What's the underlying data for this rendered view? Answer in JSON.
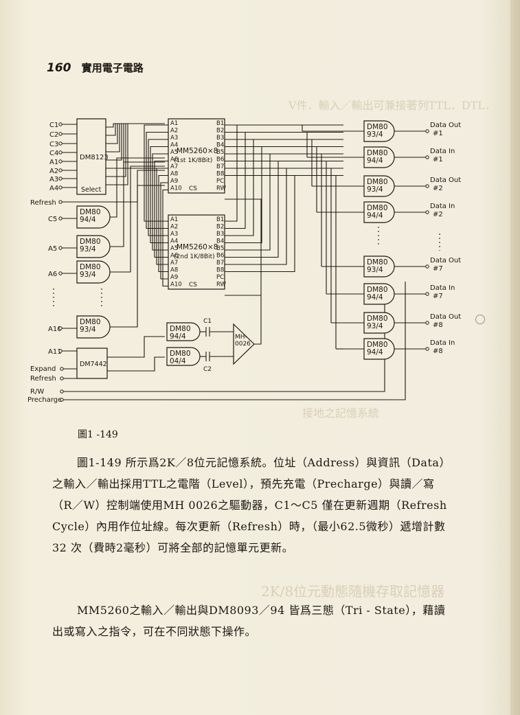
{
  "header": {
    "page_number": "160",
    "book_title": "實用電子電路"
  },
  "figure": {
    "caption": "圖1 -149",
    "left_inputs": [
      "C1",
      "C2",
      "C3",
      "C4",
      "A1",
      "A2",
      "A3",
      "A4"
    ],
    "refresh_label": "Refresh",
    "gate_inputs": [
      "C5",
      "A5",
      "A6",
      "A10",
      "A11"
    ],
    "dm8123": {
      "name": "DM8123",
      "select": "Select"
    },
    "dm7442": "DM7442",
    "dm8093": "DM80\n93/4",
    "bottom_labels": [
      "Expand",
      "Refresh",
      "R/W",
      "Precharge"
    ],
    "mm_upper": {
      "name": "MM5260×8",
      "sub": "(1st 1K/8Bit)",
      "cs": "CS"
    },
    "mm_lower": {
      "name": "MM5260×8",
      "sub": "(2nd 1K/8Bit)",
      "cs": "CS"
    },
    "addr_pins": [
      "A1",
      "A2",
      "A3",
      "A4",
      "A5",
      "A6",
      "A7",
      "A8",
      "A9",
      "A10"
    ],
    "b_pins": [
      "B1",
      "B2",
      "B3",
      "B4",
      "B5",
      "B6",
      "B7",
      "B8",
      "PC",
      "RW"
    ],
    "driver": "MH-0026",
    "caps": [
      "C1",
      "C2"
    ],
    "drv_gates": [
      "DM80\n94/4",
      "DM80\n04/4"
    ],
    "outputs": [
      {
        "label": "Data Out",
        "num": "#1",
        "chip": "93/4"
      },
      {
        "label": "Data In",
        "num": "#1",
        "chip": "94/4"
      },
      {
        "label": "Data Out",
        "num": "#2",
        "chip": "93/4"
      },
      {
        "label": "Data In",
        "num": "#2",
        "chip": "94/4"
      },
      {
        "label": "Data Out",
        "num": "#7",
        "chip": "93/4"
      },
      {
        "label": "Data In",
        "num": "#7",
        "chip": "94/4"
      },
      {
        "label": "Data Out",
        "num": "#8",
        "chip": "93/4"
      },
      {
        "label": "Data In",
        "num": "#8",
        "chip": "94/4"
      }
    ]
  },
  "paragraphs": [
    "圖1-149 所示爲2K／8位元記憶系統。位址（Address）與資訊（Data）之輸入／輸出採用TTL之電階（Level），預先充電（Precharge）與讀／寫（R／W）控制端使用MH 0026之驅動器，C1～C5 僅在更新週期（Refresh Cycle）內用作位址線。每次更新（Refresh）時，（最小62.5微秒）遞增計數32 次（費時2毫秒）可將全部的記憶單元更新。",
    "MM5260之輸入／輸出與DM8093／94 皆爲三態（Tri - State），藉讀出或寫入之指令，可在不同狀態下操作。"
  ]
}
